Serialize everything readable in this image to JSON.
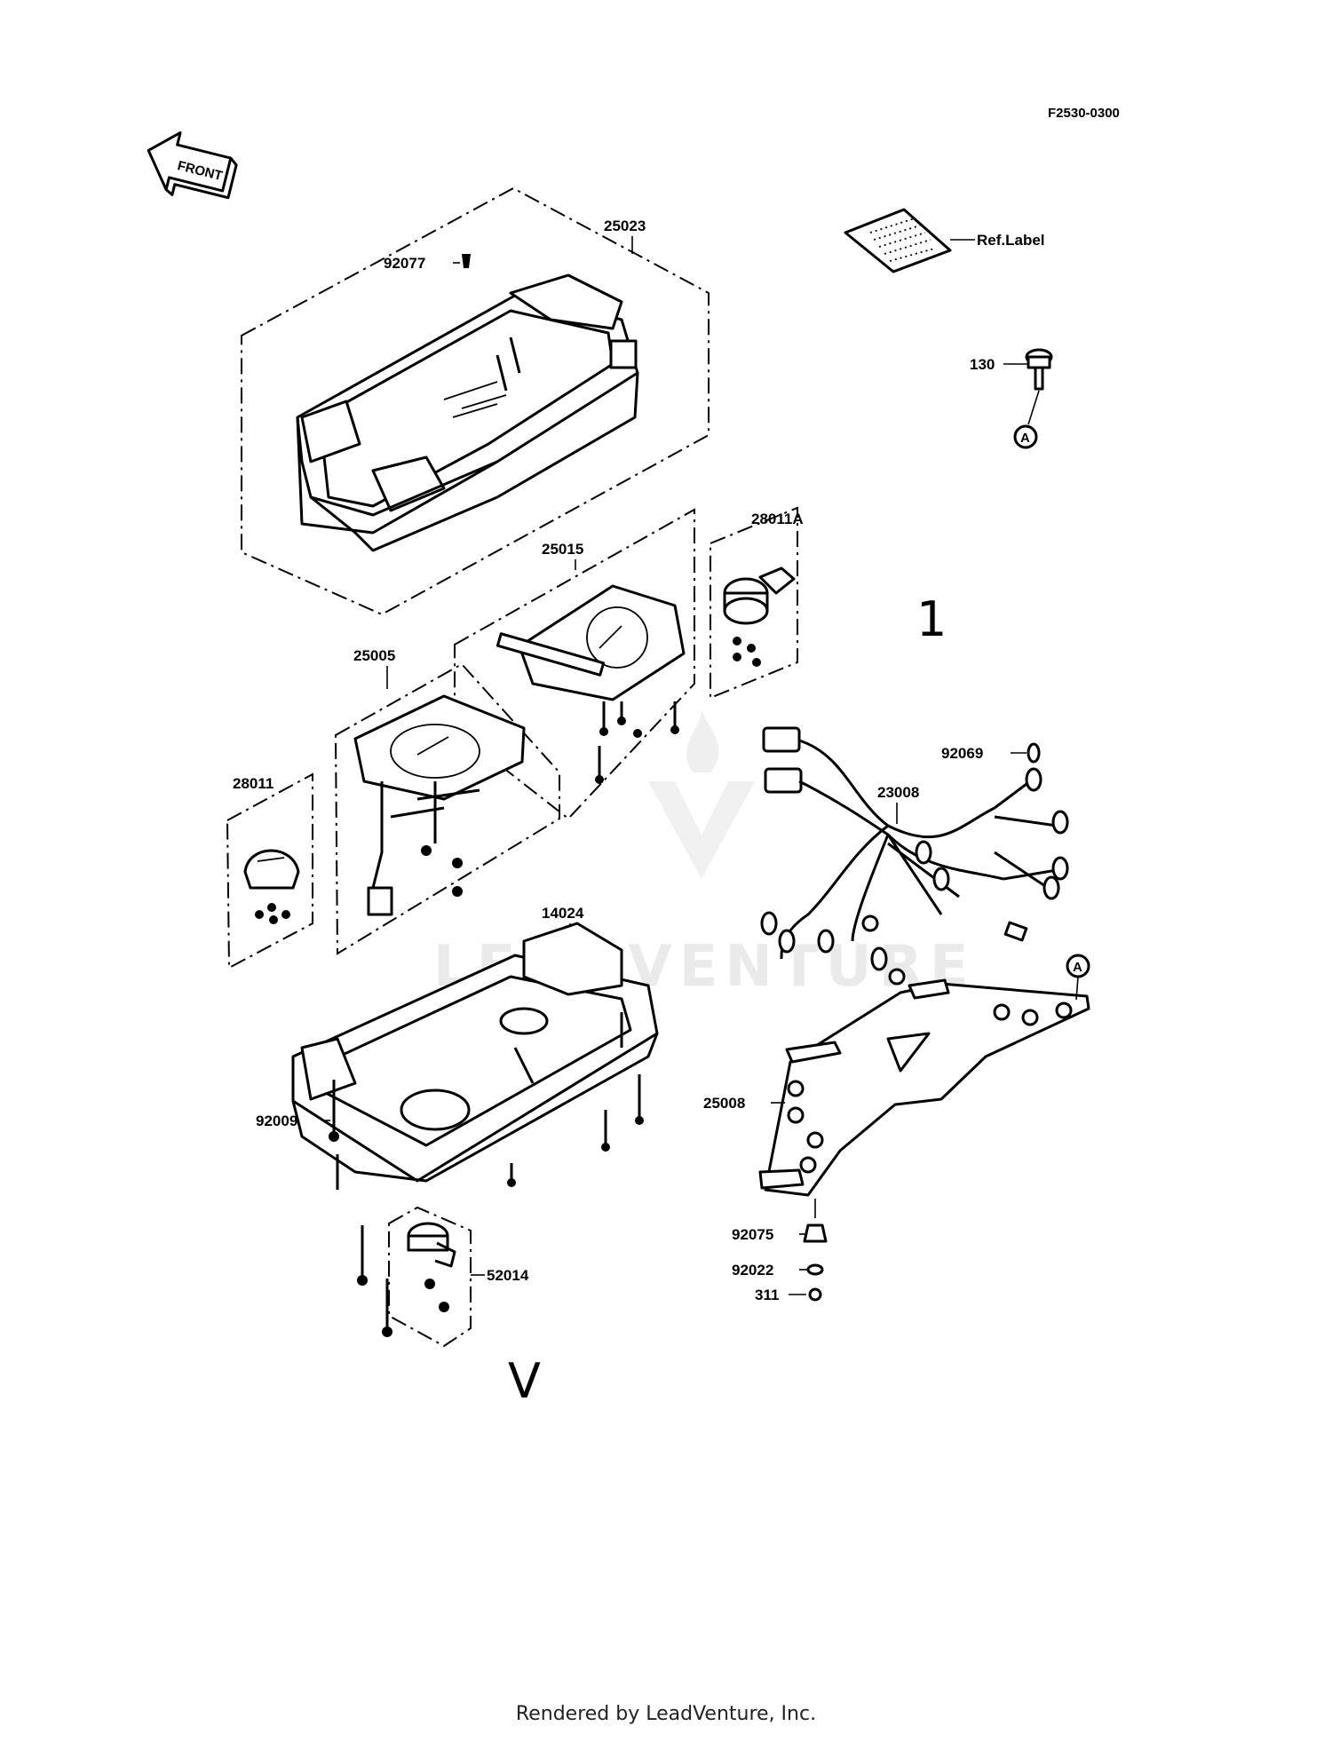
{
  "diagram_code": "F2530-0300",
  "front_label": "FRONT",
  "ref_label": "Ref.Label",
  "callout_a": "A",
  "hand_marks": [
    "1",
    "V"
  ],
  "watermark": "LEADVENTURE",
  "parts": {
    "p25023": "25023",
    "p92077": "92077",
    "p130": "130",
    "p28011A": "28011A",
    "p25015": "25015",
    "p25005": "25005",
    "p28011": "28011",
    "p92069": "92069",
    "p23008": "23008",
    "p14024": "14024",
    "p25008": "25008",
    "p92009": "92009",
    "p52014": "52014",
    "p92075": "92075",
    "p92022": "92022",
    "p311": "311"
  },
  "footer": "Rendered by LeadVenture, Inc."
}
